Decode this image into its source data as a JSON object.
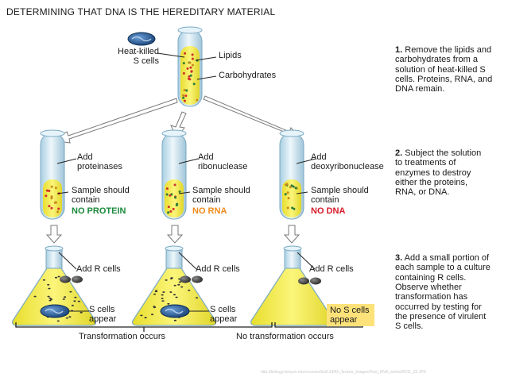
{
  "title": "DETERMINING THAT DNA IS THE HEREDITARY MATERIAL",
  "top_tube": {
    "heat_killed_label": "Heat-killed S cells",
    "lipids_label": "Lipids",
    "carbohydrates_label": "Carbohydrates"
  },
  "tubes": [
    {
      "enzyme": "Add proteinases",
      "sample": "Sample should contain",
      "result": "NO PROTEIN",
      "result_color": "#1a8a3a",
      "flask": "Add R cells",
      "outcome": "S cells appear"
    },
    {
      "enzyme": "Add ribonuclease",
      "sample": "Sample should contain",
      "result": "NO RNA",
      "result_color": "#f08a1a",
      "flask": "Add R cells",
      "outcome": "S cells appear"
    },
    {
      "enzyme": "Add deoxyribonuclease",
      "sample": "Sample should contain",
      "result": "NO DNA",
      "result_color": "#d81a2a",
      "flask": "Add R cells",
      "outcome": "No S cells appear"
    }
  ],
  "transformation_occurs": "Transformation occurs",
  "no_transformation": "No transformation occurs",
  "steps": [
    {
      "num": "1.",
      "text": "Remove the lipids and carbohydrates from a solution of heat-killed S cells. Proteins, RNA, and DNA remain."
    },
    {
      "num": "2.",
      "text": "Subject the solution to treatments of enzymes to destroy either the proteins, RNA, or DNA."
    },
    {
      "num": "3.",
      "text": "Add a small portion of each sample to a culture containing R cells. Observe whether transformation has occurred by testing for the presence of virulent S cells."
    }
  ],
  "footer_url": "http://biology.kenyon.edu/courses/biol114/Kh_lecture_images/How_DNA_works/R011_03.JPG",
  "colors": {
    "liquid": "#f4ec4a",
    "glass": "#cfe6f2",
    "cell_blue": "#1d4f8a",
    "callout": "#fde27a"
  }
}
